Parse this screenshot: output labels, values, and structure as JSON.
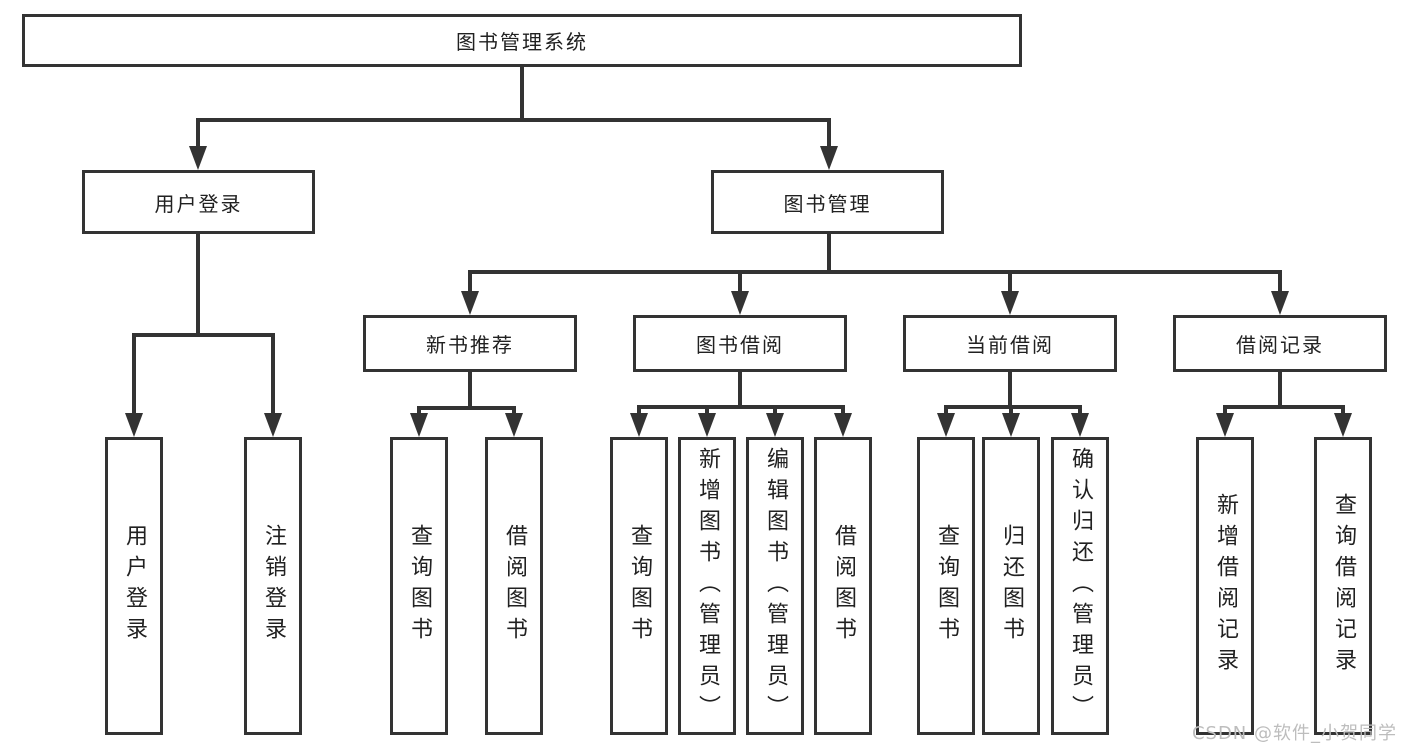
{
  "diagram": {
    "type": "hierarchy-tree",
    "line_color": "#333333",
    "box_background": "#ffffff",
    "text_color": "#212121",
    "watermark": "CSDN @软件_小贺同学",
    "watermark_color": "#bdbdbd",
    "nodes": {
      "root": "图书管理系统",
      "userLogin": "用户登录",
      "bookMgmt": "图书管理",
      "newBookRec": "新书推荐",
      "bookBorrow": "图书借阅",
      "currentBorrow": "当前借阅",
      "borrowRecord": "借阅记录",
      "leafUserLogin": "用户登录",
      "leafLogout": "注销登录",
      "leafQueryBookA": "查询图书",
      "leafBorrowBookA": "借阅图书",
      "leafQueryBookB": "查询图书",
      "leafAddBook": "新增图书（管理员）",
      "leafEditBook": "编辑图书（管理员）",
      "leafBorrowBookB": "借阅图书",
      "leafQueryBookC": "查询图书",
      "leafReturnBook": "归还图书",
      "leafConfirmReturn": "确认归还（管理员）",
      "leafAddRecord": "新增借阅记录",
      "leafQueryRecord": "查询借阅记录"
    },
    "edges": [
      {
        "from": "图书管理系统",
        "to": [
          "用户登录",
          "图书管理"
        ]
      },
      {
        "from": "用户登录",
        "to": [
          "用户登录",
          "注销登录"
        ]
      },
      {
        "from": "图书管理",
        "to": [
          "新书推荐",
          "图书借阅",
          "当前借阅",
          "借阅记录"
        ]
      },
      {
        "from": "新书推荐",
        "to": [
          "查询图书",
          "借阅图书"
        ]
      },
      {
        "from": "图书借阅",
        "to": [
          "查询图书",
          "新增图书（管理员）",
          "编辑图书（管理员）",
          "借阅图书"
        ]
      },
      {
        "from": "当前借阅",
        "to": [
          "查询图书",
          "归还图书",
          "确认归还（管理员）"
        ]
      },
      {
        "from": "借阅记录",
        "to": [
          "新增借阅记录",
          "查询借阅记录"
        ]
      }
    ]
  }
}
